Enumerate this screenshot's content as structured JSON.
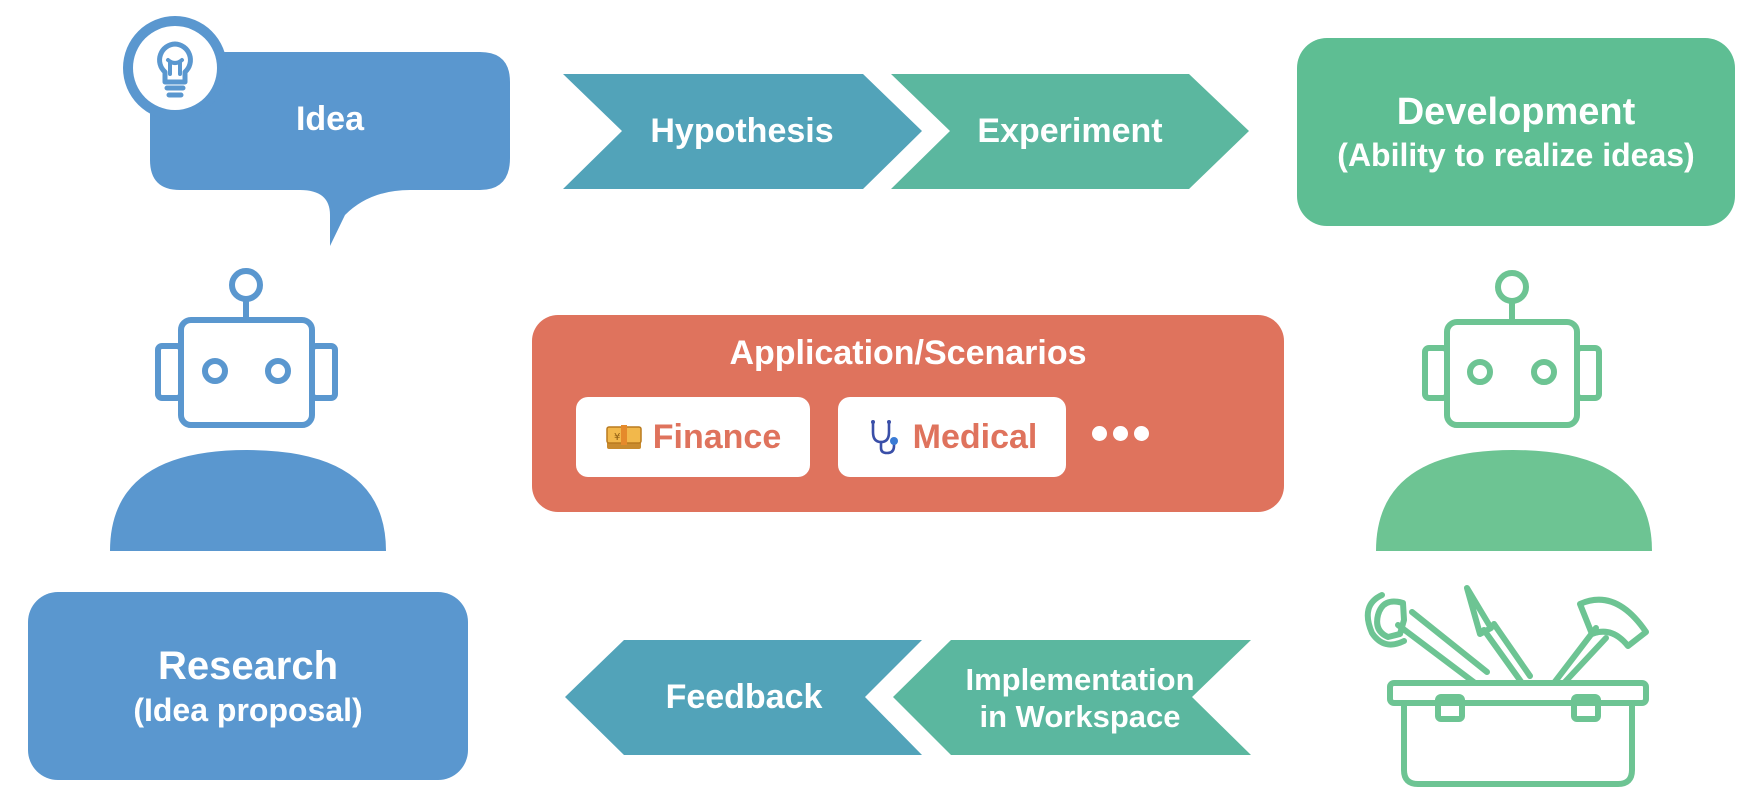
{
  "idea_bubble": {
    "label": "Idea",
    "icon": "lightbulb-icon"
  },
  "flow_top": [
    {
      "label": "Hypothesis",
      "color": "#52A3B9"
    },
    {
      "label": "Experiment",
      "color": "#5BB79F"
    }
  ],
  "flow_bottom": [
    {
      "label": "Feedback",
      "color": "#52A3B9"
    },
    {
      "label": "Implementation",
      "label2": "in Workspace",
      "color": "#5BB79F"
    }
  ],
  "research": {
    "title": "Research",
    "subtitle": "(Idea proposal)",
    "color": "#5A97CF"
  },
  "development": {
    "title": "Development",
    "subtitle": "(Ability to realize ideas)",
    "color": "#5EBE93"
  },
  "application": {
    "title": "Application/Scenarios",
    "color": "#DF735D",
    "items": [
      {
        "label": "Finance",
        "icon": "money-icon"
      },
      {
        "label": "Medical",
        "icon": "stethoscope-icon"
      }
    ],
    "more_icon": "ellipsis-icon"
  },
  "agents": [
    {
      "role": "research-robot",
      "color": "#5A97CF"
    },
    {
      "role": "development-robot",
      "color": "#6DC493"
    }
  ],
  "toolbox_icon": "toolbox-icon"
}
